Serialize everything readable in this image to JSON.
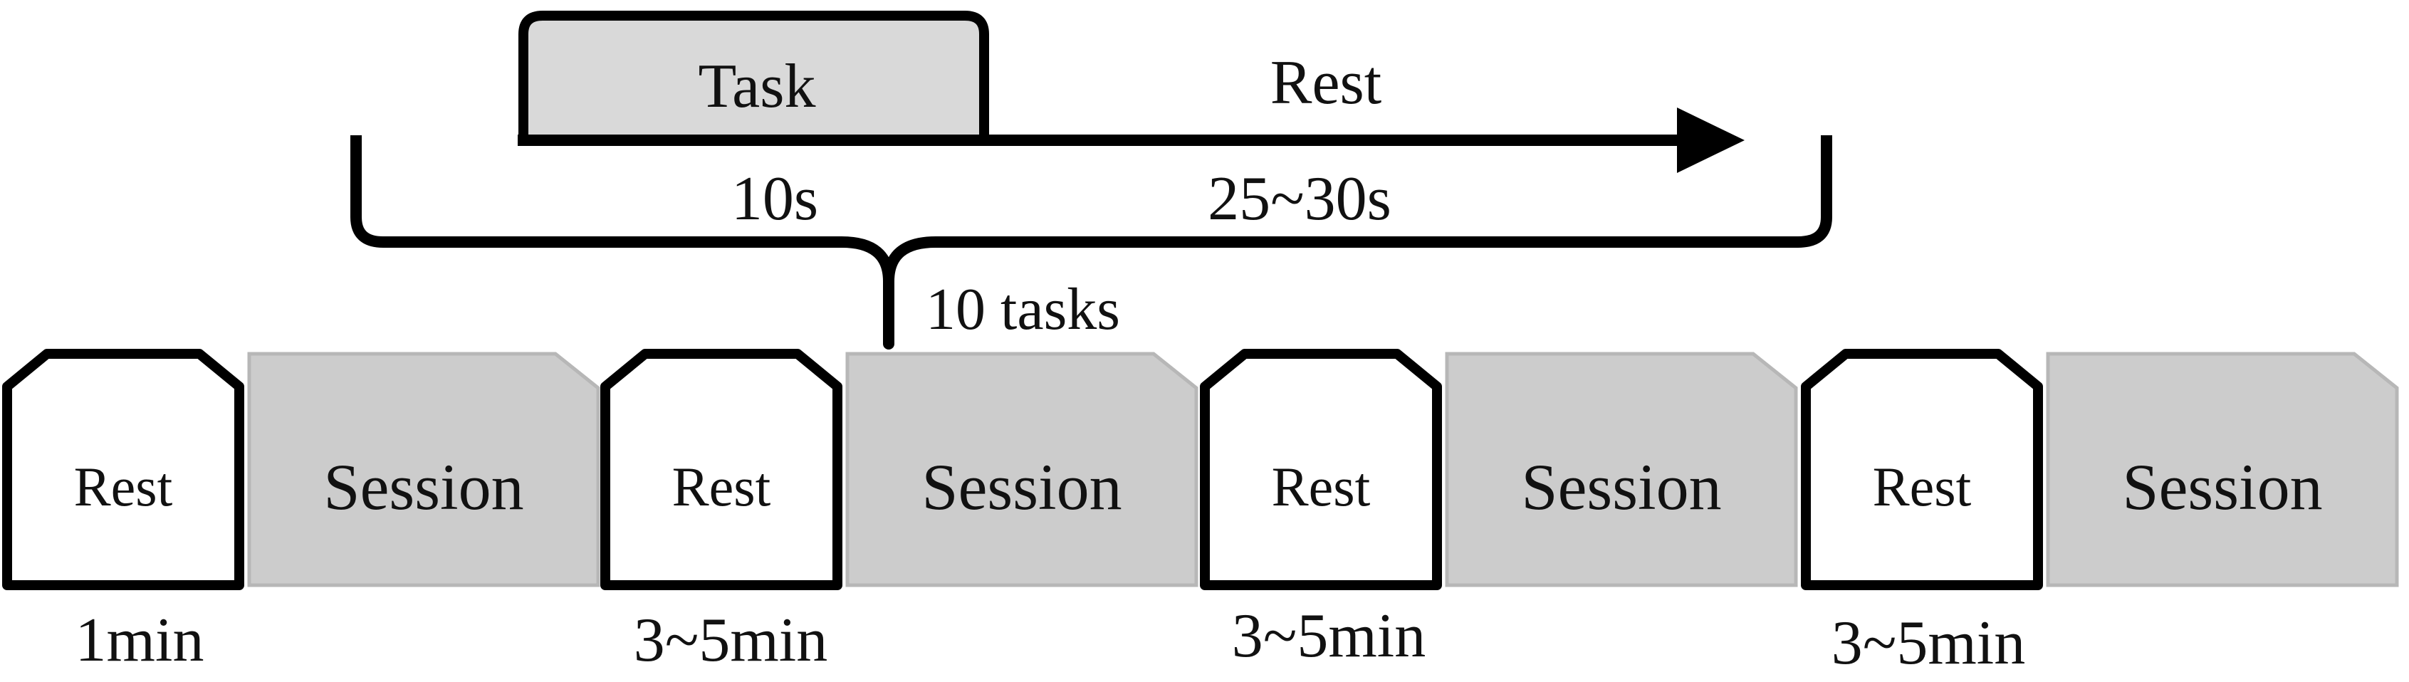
{
  "colors": {
    "line": "#000000",
    "task_fill": "#d9d9d9",
    "session_fill": "#cccccc",
    "session_stroke": "#b7b7b7",
    "rest_fill": "#ffffff",
    "text": "#111111"
  },
  "trial": {
    "task_label": "Task",
    "rest_label": "Rest",
    "task_duration": "10s",
    "rest_duration": "25~30s",
    "repeat_label": "10 tasks"
  },
  "timeline": {
    "rest_label": "Rest",
    "session_label": "Session",
    "rest_durations": [
      "1min",
      "3~5min",
      "3~5min",
      "3~5min"
    ]
  }
}
